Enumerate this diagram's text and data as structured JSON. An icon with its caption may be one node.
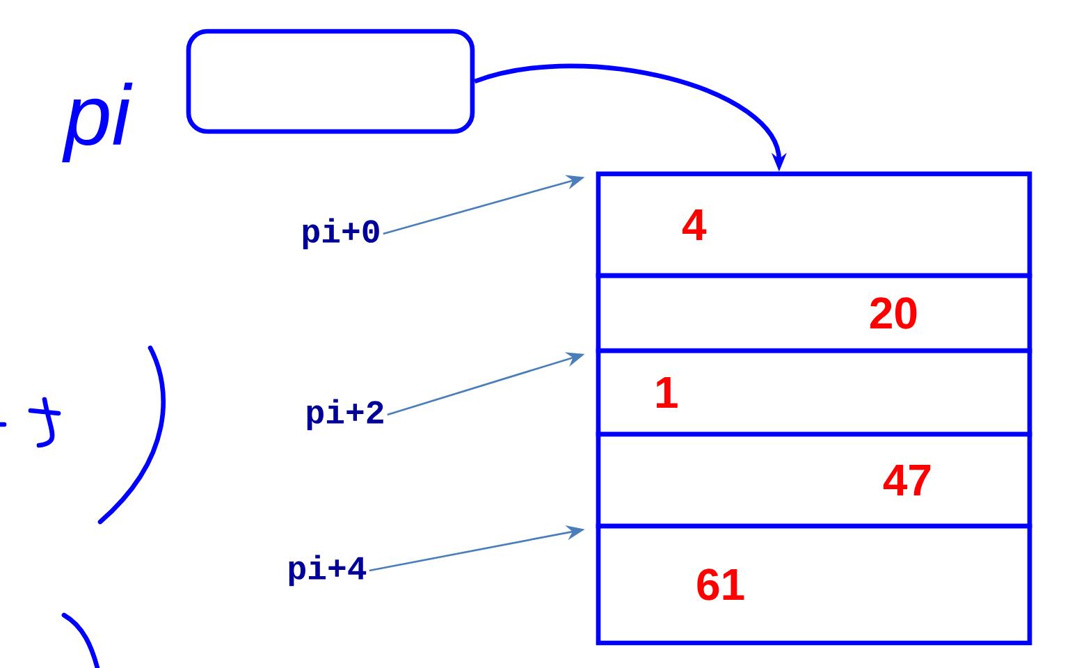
{
  "diagram": {
    "nodes": [
      {
        "text": [],
        "shape": "box"
      },
      {
        "text": [
          "4"
        ]
      },
      {
        "text": [
          "20"
        ]
      },
      {
        "text": [
          "1"
        ]
      },
      {
        "text": [
          "47"
        ]
      },
      {
        "text": [
          "61"
        ]
      },
      {
        "text": [
          "pi+0"
        ]
      },
      {
        "text": [
          "pi+2"
        ]
      },
      {
        "text": [
          "pi+4"
        ]
      }
    ],
    "edges": [
      {
        "from": 0,
        "to": 1,
        "arrow": "to",
        "style": "thick",
        "color": "#0000ff"
      },
      {
        "from": 6,
        "to": 1,
        "arrow": "to"
      },
      {
        "from": 7,
        "to": 3,
        "arrow": "to"
      },
      {
        "from": 8,
        "to": 5,
        "arrow": "to"
      }
    ],
    "labels": [
      "pi"
    ]
  }
}
